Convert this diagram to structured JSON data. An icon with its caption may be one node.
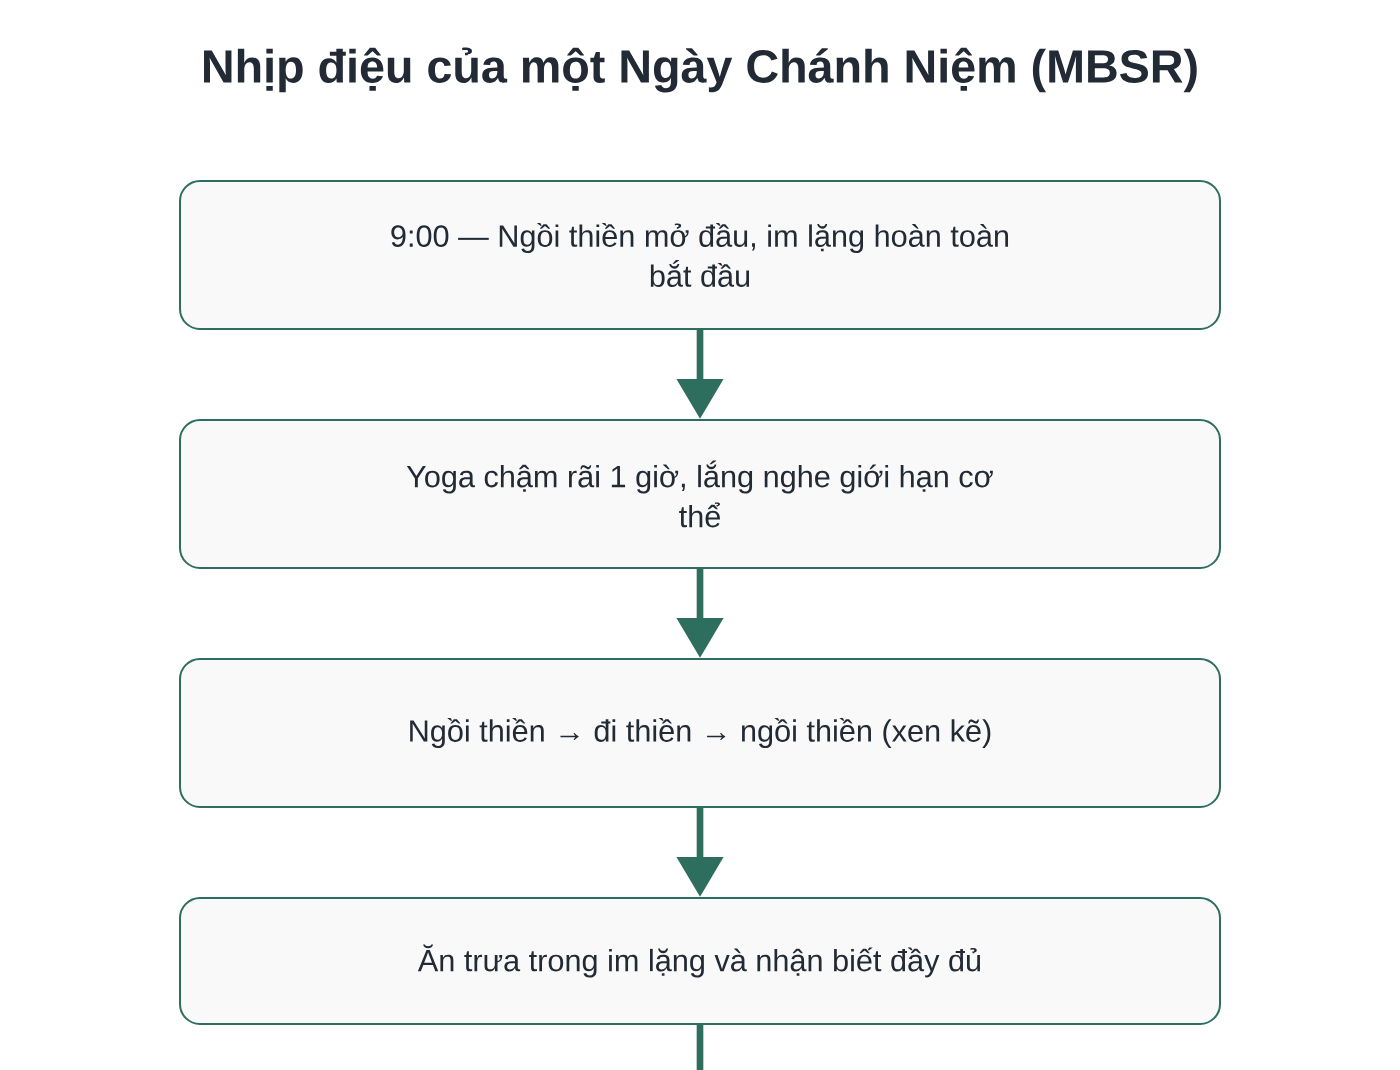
{
  "diagram": {
    "title": "Nhịp điệu của một Ngày Chánh Niệm (MBSR)",
    "nodes": [
      {
        "text": [
          "9:00 — Ngồi thiền mở đầu, im lặng hoàn toàn bắt đầu"
        ]
      },
      {
        "text": [
          "Yoga chậm rãi 1 giờ, lắng nghe giới hạn cơ thể"
        ]
      },
      {
        "text": [
          "Ngồi thiền → đi thiền → ngồi thiền (xen kẽ)"
        ]
      },
      {
        "text": [
          "Ăn trưa trong im lặng và nhận biết đầy đủ"
        ]
      }
    ],
    "edges": [
      {
        "from": 0,
        "to": 1,
        "arrow": "to"
      },
      {
        "from": 1,
        "to": 2,
        "arrow": "to"
      },
      {
        "from": 2,
        "to": 3,
        "arrow": "to"
      },
      {
        "from": 3,
        "to": null,
        "arrow": "none"
      }
    ]
  }
}
